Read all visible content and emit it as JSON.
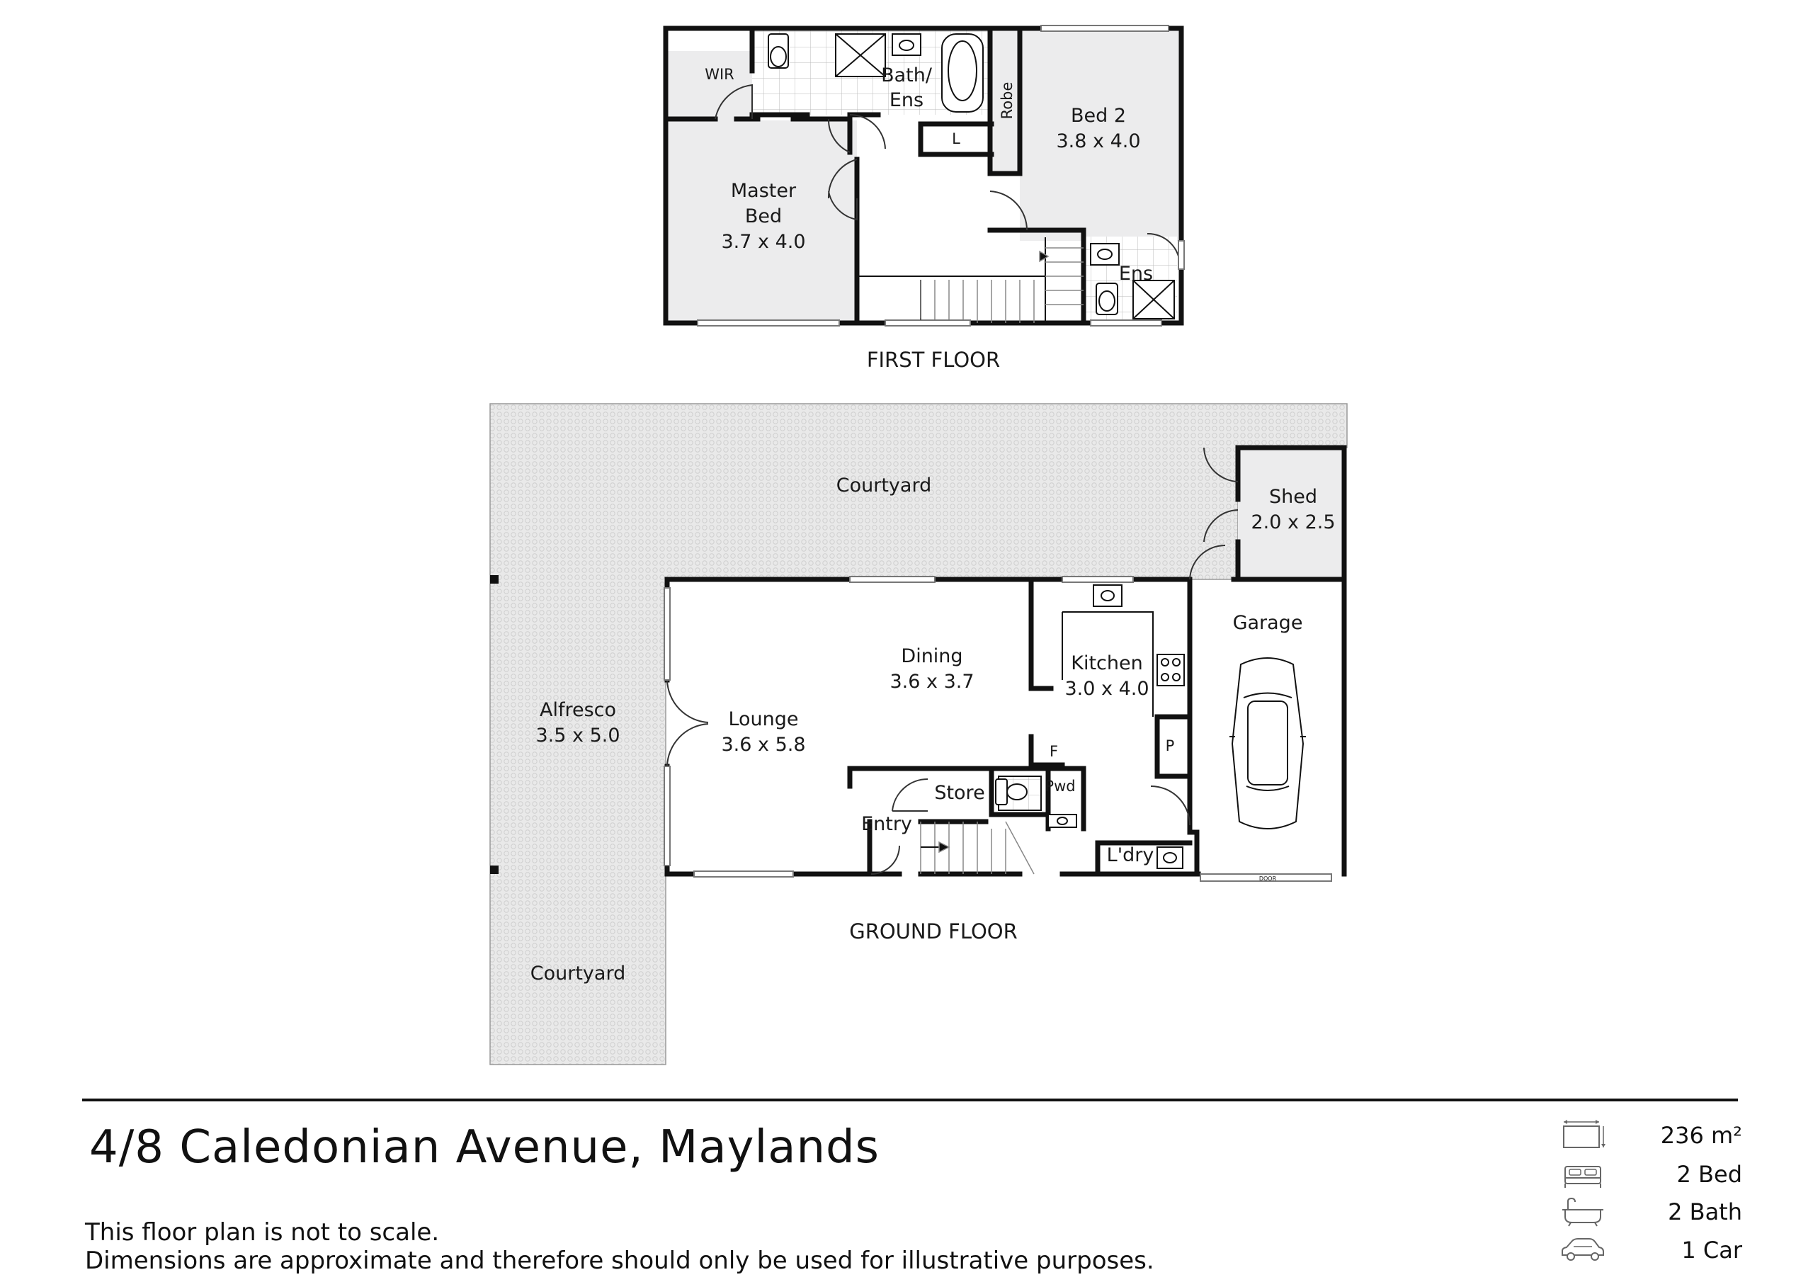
{
  "floors": {
    "first": "FIRST FLOOR",
    "ground": "GROUND FLOOR"
  },
  "first_floor_rooms": {
    "wir": "WIR",
    "bath_line1": "Bath/",
    "bath_line2": "Ens",
    "l": "L",
    "robe": "Robe",
    "bed2_name": "Bed 2",
    "bed2_dims": "3.8 x 4.0",
    "master_line1": "Master",
    "master_line2": "Bed",
    "master_dims": "3.7 x 4.0",
    "ens": "Ens"
  },
  "ground_floor_rooms": {
    "courtyard_top": "Courtyard",
    "shed_name": "Shed",
    "shed_dims": "2.0 x 2.5",
    "garage": "Garage",
    "dining_name": "Dining",
    "dining_dims": "3.6 x 3.7",
    "kitchen_name": "Kitchen",
    "kitchen_dims": "3.0 x 4.0",
    "alfresco_name": "Alfresco",
    "alfresco_dims": "3.5 x 5.0",
    "lounge_name": "Lounge",
    "lounge_dims": "3.6 x 5.8",
    "f": "F",
    "p": "P",
    "pwd": "Pwd",
    "store": "Store",
    "entry": "Entry",
    "ldry": "L'dry",
    "courtyard_bottom": "Courtyard",
    "door_tag": "DOOR"
  },
  "footer": {
    "address": "4/8 Caledonian Avenue, Maylands",
    "disclaimer_1": "This floor plan is not to scale.",
    "disclaimer_2": "Dimensions are approximate and therefore should only be used for illustrative purposes.",
    "stats": [
      {
        "icon": "area-icon",
        "value": "236 m²"
      },
      {
        "icon": "bed-icon",
        "value": "2 Bed"
      },
      {
        "icon": "bath-icon",
        "value": "2 Bath"
      },
      {
        "icon": "car-icon",
        "value": "1 Car"
      }
    ]
  },
  "colors": {
    "room_fill": "#ececed",
    "courtyard_fill": "#e6e6e6",
    "wall": "#111111"
  }
}
